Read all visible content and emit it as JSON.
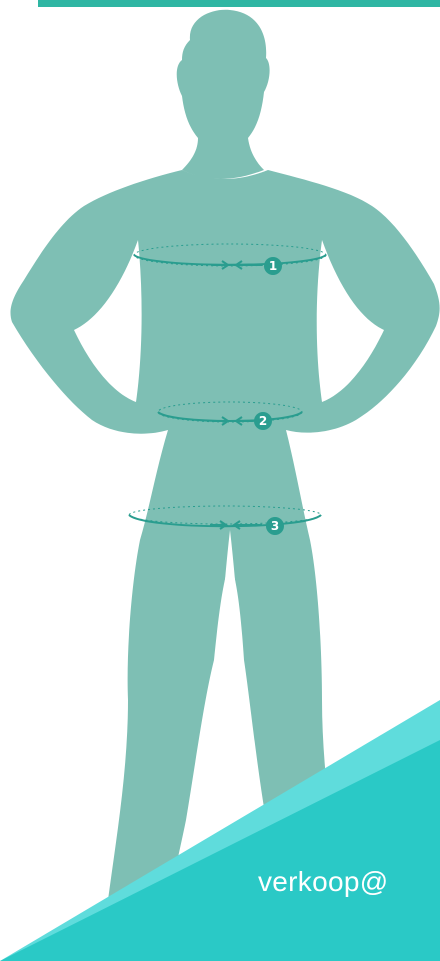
{
  "colors": {
    "body": "#7ebfb4",
    "accent": "#2a9d8f",
    "band_light": "#5fdcdc",
    "band_dark": "#2ac9c6",
    "top_rule": "#2fb6a3"
  },
  "markers": [
    {
      "label": "1"
    },
    {
      "label": "2"
    },
    {
      "label": "3"
    }
  ],
  "footer": {
    "email": "verkoop@"
  }
}
